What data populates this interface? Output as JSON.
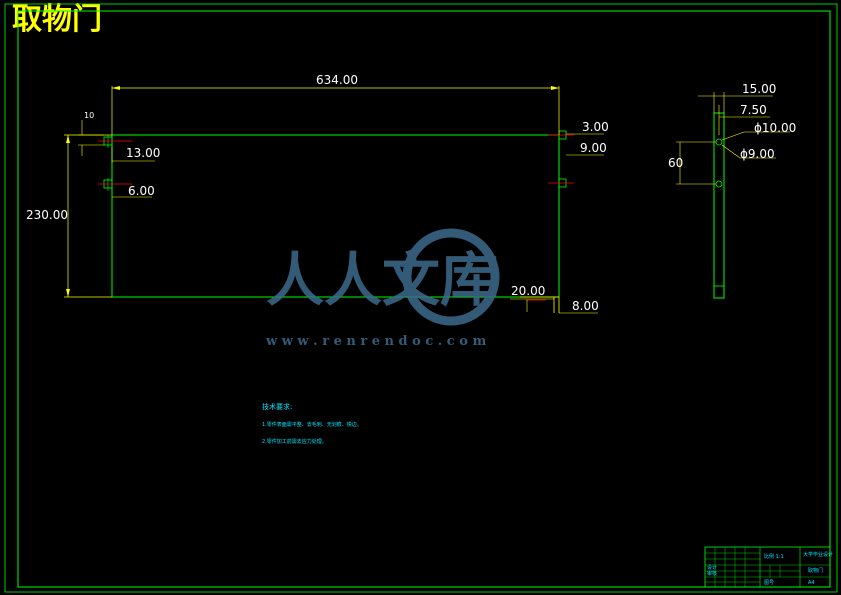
{
  "drawing": {
    "title": "取物门"
  },
  "dimensions": {
    "width_634": "634.00",
    "height_230": "230.00",
    "top_10": "10",
    "left_13": "13.00",
    "left_6": "6.00",
    "right_3": "3.00",
    "right_9": "9.00",
    "bottom_20": "20.00",
    "bottom_8": "8.00",
    "side_15": "15.00",
    "side_7_5": "7.50",
    "side_dia10": "ϕ10.00",
    "side_dia9": "ϕ9.00",
    "side_60": "60"
  },
  "notes": {
    "heading": "技术要求:",
    "line1": "1.零件表面需平整、去毛刺、无划痕、锐边。",
    "line2": "2.零件加工前需去应力处理。"
  },
  "watermark": {
    "chars": "人人文库",
    "url": "w w w . r e n r e n d o c . c o m"
  },
  "title_block": {
    "cell1": "比例 1:1",
    "cell2": "大学毕业设计",
    "cell3": "取物门",
    "cell4": "设计",
    "cell5": "审核",
    "cell6": "图号",
    "cell7": "A4"
  },
  "colors": {
    "background": "#000000",
    "frame": "#00ff00",
    "outline": "#00ff00",
    "dimension": "#ffff00",
    "centerline": "#ff0000",
    "text": "#ffffff",
    "notes": "#00e5ff",
    "title": "#ffff00"
  }
}
